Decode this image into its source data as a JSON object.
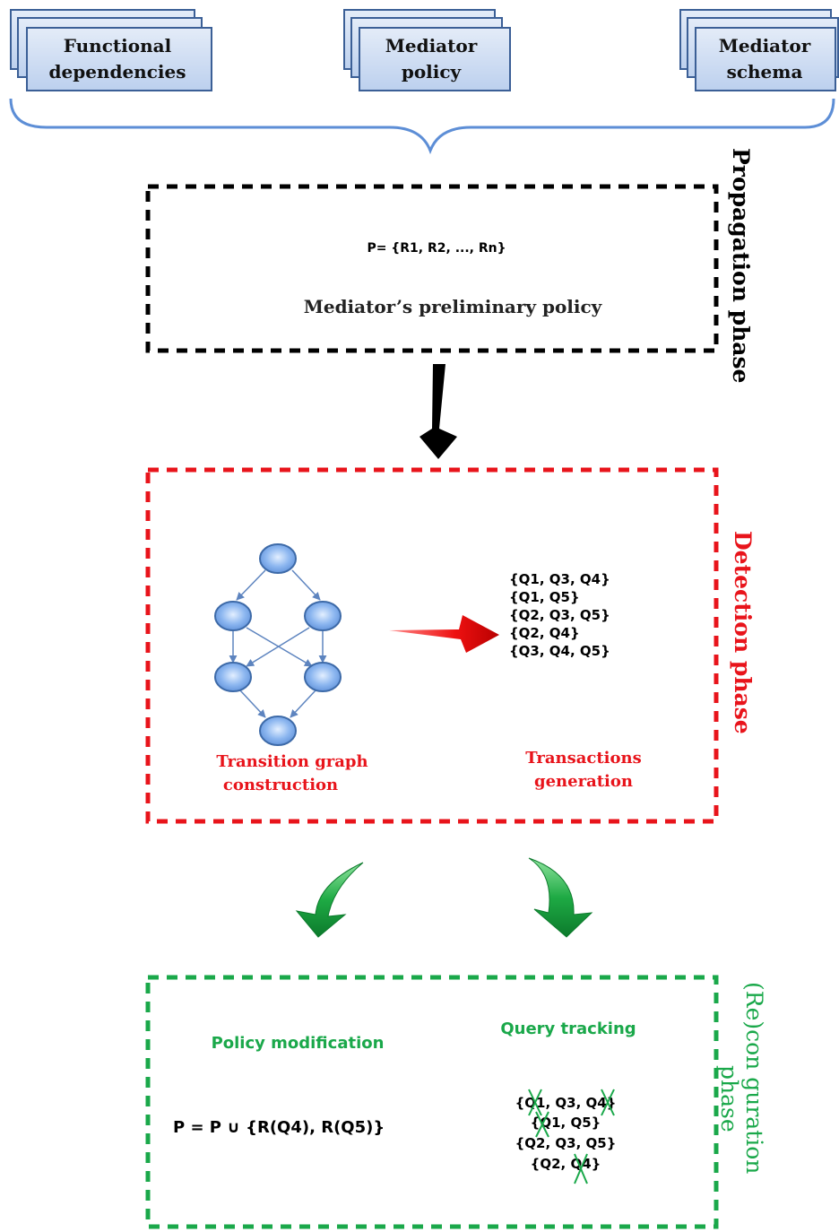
{
  "inputs": {
    "functional_dependencies": [
      "Functional",
      "dependencies"
    ],
    "mediator_policy": [
      "Mediator",
      "policy"
    ],
    "mediator_schema": [
      "Mediator",
      "schema"
    ]
  },
  "propagation": {
    "phase_label": "Propagation phase",
    "formula": "P= {R1, R2, ..., Rn}",
    "caption": "Mediator’s preliminary policy"
  },
  "detection": {
    "phase_label": "Detection phase",
    "graph_caption": [
      "Transition graph",
      "construction"
    ],
    "transactions_caption": [
      "Transactions",
      "generation"
    ],
    "transactions": [
      "{Q1, Q3, Q4}",
      "{Q1, Q5}",
      "{Q2, Q3, Q5}",
      "{Q2, Q4}",
      "{Q3, Q4, Q5}"
    ]
  },
  "reconfiguration": {
    "phase_label_line1": "(Re)con guration",
    "phase_label_line2": "phase",
    "policy_title": "Policy modification",
    "tracking_title": "Query tracking",
    "formula": "P = P ∪ {R(Q4), R(Q5)}",
    "tracked": [
      "{Q1, Q3, Q4}",
      "{Q1, Q5}",
      "{Q2, Q3, Q5}",
      "{Q2, Q4}"
    ]
  },
  "colors": {
    "black_frame": "#000000",
    "detection_red": "#e8141b",
    "reconfig_green": "#1aa84a",
    "doc_fill": "#c9d9f1",
    "doc_stroke": "#3b5f96",
    "node_fill": "#8fb7ef",
    "arrow_green": "#11a03a"
  }
}
